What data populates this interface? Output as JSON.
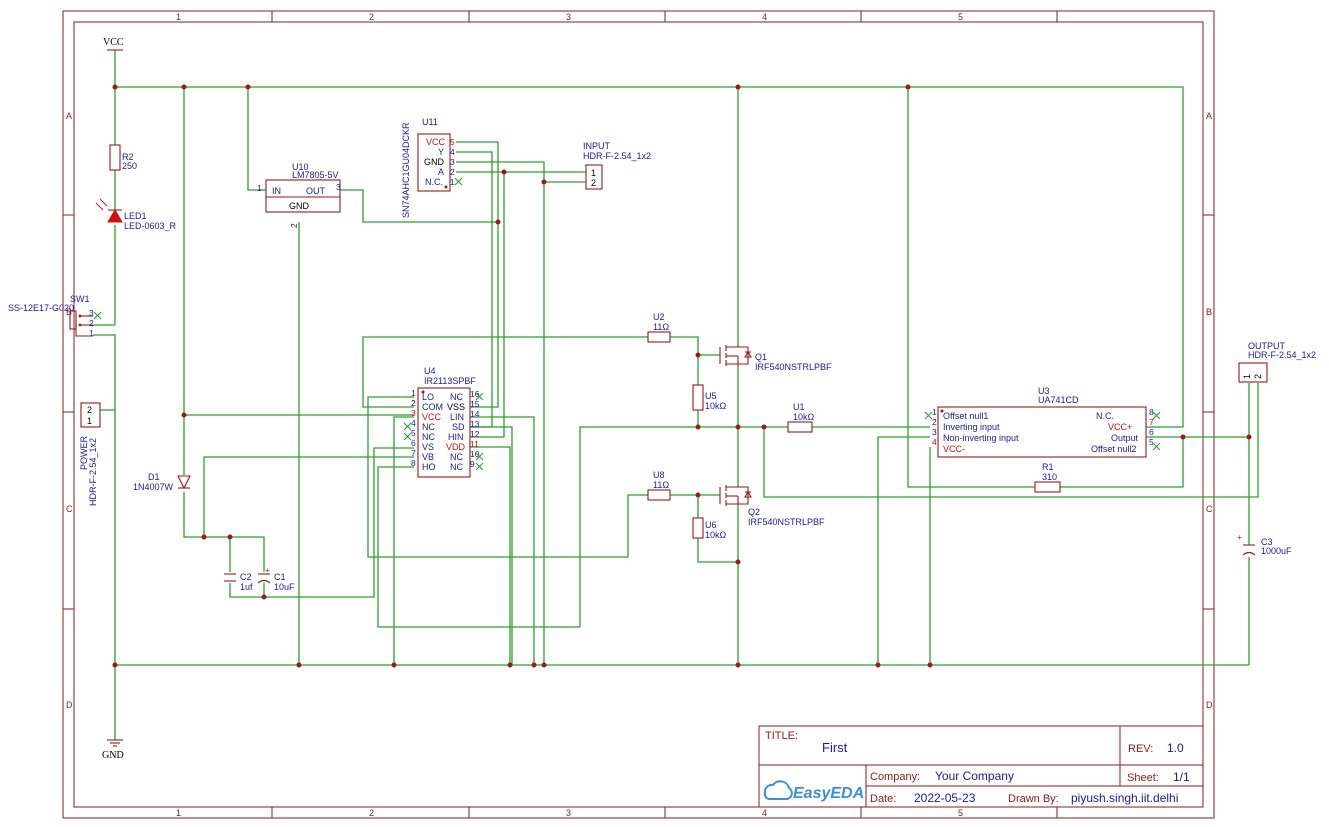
{
  "grid": {
    "columns": [
      "1",
      "2",
      "3",
      "4",
      "5"
    ],
    "rows": [
      "A",
      "B",
      "C",
      "D"
    ]
  },
  "power": {
    "vcc": "VCC",
    "gnd": "GND"
  },
  "components": {
    "r2": {
      "ref": "R2",
      "value": "250"
    },
    "led1": {
      "ref": "LED1",
      "value": "LED-0603_R"
    },
    "sw1": {
      "ref": "SW1",
      "value": "SS-12E17-G020",
      "pins": [
        "3",
        "2",
        "1"
      ]
    },
    "power_hdr": {
      "ref": "POWER",
      "value": "HDR-F-2.54_1x2",
      "pins": [
        "2",
        "1"
      ]
    },
    "d1": {
      "ref": "D1",
      "value": "1N4007W"
    },
    "c2": {
      "ref": "C2",
      "value": "1uf"
    },
    "c1": {
      "ref": "C1",
      "value": "10uF"
    },
    "u10": {
      "ref": "U10",
      "value": "LM7805-5V",
      "pins": [
        "1",
        "IN",
        "OUT",
        "3",
        "GND",
        "2"
      ]
    },
    "u11": {
      "ref": "U11",
      "value": "SN74AHC1GU04DCKR",
      "pin_names": [
        "VCC",
        "Y",
        "GND",
        "A",
        "N.C."
      ],
      "pin_nums": [
        "5",
        "4",
        "3",
        "2",
        "1"
      ]
    },
    "input_hdr": {
      "ref": "INPUT",
      "value": "HDR-F-2.54_1x2",
      "pins": [
        "1",
        "2"
      ]
    },
    "u4": {
      "ref": "U4",
      "value": "IR2113SPBF",
      "left_nums": [
        "1",
        "2",
        "3",
        "4",
        "5",
        "6",
        "7",
        "8"
      ],
      "left_names": [
        "LO",
        "COM",
        "VCC",
        "NC",
        "NC",
        "VS",
        "VB",
        "HO"
      ],
      "right_names": [
        "NC",
        "VSS",
        "LIN",
        "SD",
        "HIN",
        "VDD",
        "NC",
        "NC"
      ],
      "right_nums": [
        "16",
        "15",
        "14",
        "13",
        "12",
        "11",
        "10",
        "9"
      ]
    },
    "u2": {
      "ref": "U2",
      "value": "11Ω"
    },
    "u5": {
      "ref": "U5",
      "value": "10kΩ"
    },
    "q1": {
      "ref": "Q1",
      "value": "IRF540NSTRLPBF"
    },
    "u1": {
      "ref": "U1",
      "value": "10kΩ"
    },
    "u8": {
      "ref": "U8",
      "value": "11Ω"
    },
    "u6": {
      "ref": "U6",
      "value": "10kΩ"
    },
    "q2": {
      "ref": "Q2",
      "value": "IRF540NSTRLPBF"
    },
    "u3": {
      "ref": "U3",
      "value": "UA741CD",
      "left_nums": [
        "1",
        "2",
        "3",
        "4"
      ],
      "left_names": [
        "Offset null1",
        "Inverting input",
        "Non-inverting input",
        "VCC-"
      ],
      "right_names": [
        "N.C.",
        "VCC+",
        "Output",
        "Offset null2"
      ],
      "right_nums": [
        "8",
        "7",
        "6",
        "5"
      ]
    },
    "r1": {
      "ref": "R1",
      "value": "310"
    },
    "output_hdr": {
      "ref": "OUTPUT",
      "value": "HDR-F-2.54_1x2",
      "pins": [
        "1",
        "2"
      ]
    },
    "c3": {
      "ref": "C3",
      "value": "1000uF"
    }
  },
  "title_block": {
    "title_label": "TITLE:",
    "title": "First",
    "rev_label": "REV:",
    "rev": "1.0",
    "company_label": "Company:",
    "company": "Your Company",
    "sheet_label": "Sheet:",
    "sheet": "1/1",
    "date_label": "Date:",
    "date": "2022-05-23",
    "drawn_label": "Drawn By:",
    "drawn_by": "piyush.singh.iit.delhi",
    "logo": "EasyEDA"
  },
  "colors": {
    "wire": "#2ca02c",
    "part": "#9a1a1a",
    "label": "#1a1aa0",
    "pin_power": "#d01010",
    "led": "#d01010"
  }
}
